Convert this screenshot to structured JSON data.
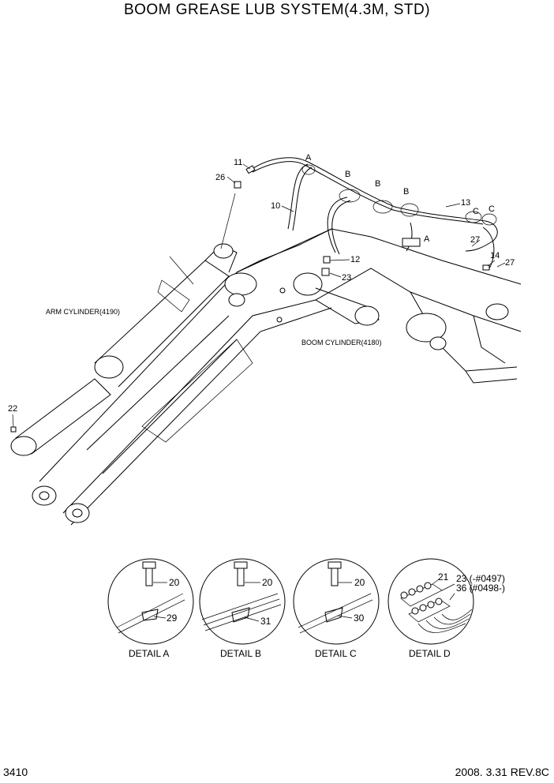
{
  "title": "BOOM GREASE LUB SYSTEM(4.3M, STD)",
  "page_number": "3410",
  "revision": "2008. 3.31  REV.8C",
  "captions": {
    "arm_cylinder": "ARM CYLINDER(4190)",
    "boom_cylinder": "BOOM CYLINDER(4180)"
  },
  "callouts": {
    "p11": "11",
    "p26": "26",
    "p10": "10",
    "p12": "12",
    "p23": "23",
    "p13": "13",
    "p27a": "27",
    "p14": "14",
    "p27b": "27",
    "p22": "22",
    "a1": "A",
    "a2": "A",
    "b1": "B",
    "b2": "B",
    "b3": "B",
    "c1": "C",
    "c2": "C"
  },
  "details": {
    "a": {
      "caption": "DETAIL A",
      "bolt": "20",
      "clamp": "29"
    },
    "b": {
      "caption": "DETAIL B",
      "bolt": "20",
      "clamp": "31"
    },
    "c": {
      "caption": "DETAIL C",
      "bolt": "20",
      "clamp": "30"
    },
    "d": {
      "caption": "DETAIL D",
      "p21": "21",
      "p23": "23 (-#0497)",
      "p36": "36 (#0498-)"
    }
  }
}
